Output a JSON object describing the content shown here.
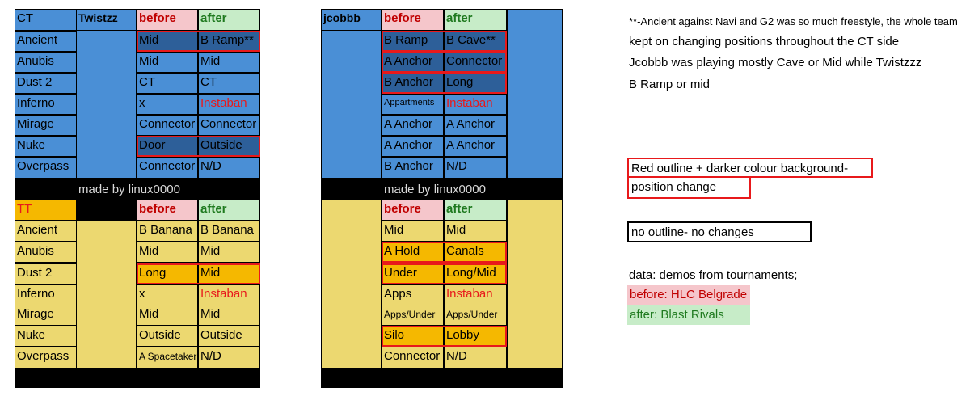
{
  "tables": {
    "twistzz": {
      "header": {
        "side": "CT",
        "player": "Twistzz",
        "before": "before",
        "after": "after"
      },
      "ct_rows": [
        {
          "map": "Ancient",
          "before": "Mid",
          "after": "B Ramp**"
        },
        {
          "map": "Anubis",
          "before": "Mid",
          "after": "Mid"
        },
        {
          "map": "Dust 2",
          "before": "CT",
          "after": "CT"
        },
        {
          "map": "Inferno",
          "before": "x",
          "after": "Instaban"
        },
        {
          "map": "Mirage",
          "before": "Connector",
          "after": "Connector"
        },
        {
          "map": "Nuke",
          "before": "Door",
          "after": "Outside"
        },
        {
          "map": "Overpass",
          "before": "Connector",
          "after": "N/D"
        }
      ],
      "watermark": "made by linux0000",
      "t_header": {
        "side": "TT",
        "before": "before",
        "after": "after"
      },
      "t_rows": [
        {
          "map": "Ancient",
          "before": "B Banana",
          "after": "B Banana"
        },
        {
          "map": "Anubis",
          "before": "Mid",
          "after": "Mid"
        },
        {
          "map": "Dust 2",
          "before": "Long",
          "after": "Mid"
        },
        {
          "map": "Inferno",
          "before": "x",
          "after": "Instaban"
        },
        {
          "map": "Mirage",
          "before": "Mid",
          "after": "Mid"
        },
        {
          "map": "Nuke",
          "before": "Outside",
          "after": "Outside"
        },
        {
          "map": "Overpass",
          "before": "A Spacetaker",
          "after": "N/D"
        }
      ]
    },
    "jcobbb": {
      "header": {
        "player": "jcobbb",
        "before": "before",
        "after": "after"
      },
      "ct_rows": [
        {
          "before": "B Ramp",
          "after": "B Cave**"
        },
        {
          "before": "A Anchor",
          "after": "Connector"
        },
        {
          "before": "B Anchor",
          "after": "Long"
        },
        {
          "before": "Appartments",
          "after": "Instaban"
        },
        {
          "before": "A Anchor",
          "after": "A Anchor"
        },
        {
          "before": "A Anchor",
          "after": "A Anchor"
        },
        {
          "before": "B Anchor",
          "after": "N/D"
        }
      ],
      "watermark": "made by linux0000",
      "t_header": {
        "before": "before",
        "after": "after"
      },
      "t_rows": [
        {
          "before": "Mid",
          "after": "Mid"
        },
        {
          "before": "A Hold",
          "after": "Canals"
        },
        {
          "before": "Under",
          "after": "Long/Mid"
        },
        {
          "before": "Apps",
          "after": "Instaban"
        },
        {
          "before": "Apps/Under",
          "after": "Apps/Under"
        },
        {
          "before": "Silo",
          "after": "Lobby"
        },
        {
          "before": "Connector",
          "after": "N/D"
        }
      ]
    }
  },
  "notes": {
    "line1": "**-Ancient against Navi and G2 was so much freestyle, the whole team",
    "line2": "kept on changing positions throughout the CT side",
    "line3": "Jcobbb was playing mostly Cave or Mid while Twistzzz",
    "line4": "B Ramp or mid"
  },
  "legend": {
    "changed_line1": "Red outline + darker colour background-",
    "changed_line2": "position change",
    "unchanged": "no outline- no changes",
    "data_source": "data: demos from tournaments;",
    "before_event": "before: HLC Belgrade",
    "after_event": "after: Blast Rivals"
  },
  "colors": {
    "ct_cell": "#4a8fd6",
    "ct_changed": "#2d5f99",
    "t_cell": "#ecd870",
    "t_changed": "#f5b800",
    "before_bg": "#f5c6cb",
    "after_bg": "#c7ecc8",
    "outline": "#e8191b"
  }
}
